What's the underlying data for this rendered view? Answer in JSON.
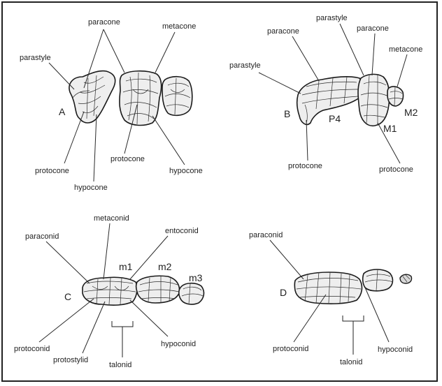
{
  "panels": [
    {
      "letter": "A",
      "labels": {
        "paracone": "paracone",
        "metacone": "metacone",
        "parastyle": "parastyle",
        "protocone_left": "protocone",
        "protocone_mid": "protocone",
        "hypocone_left": "hypocone",
        "hypocone_right": "hypocone"
      }
    },
    {
      "letter": "B",
      "labels": {
        "paracone_left": "paracone",
        "parastyle_top": "parastyle",
        "paracone_right": "paracone",
        "metacone": "metacone",
        "parastyle_left": "parastyle",
        "p4": "P4",
        "m2": "M2",
        "m1": "M1",
        "protocone_left": "protocone",
        "protocone_right": "protocone"
      }
    },
    {
      "letter": "C",
      "labels": {
        "metaconid": "metaconid",
        "paraconid": "paraconid",
        "entoconid": "entoconid",
        "m1": "m1",
        "m2": "m2",
        "m3": "m3",
        "protoconid": "protoconid",
        "protostylid": "protostylid",
        "talonid": "talonid",
        "hypoconid": "hypoconid"
      }
    },
    {
      "letter": "D",
      "labels": {
        "paraconid": "paraconid",
        "protoconid": "protoconid",
        "talonid": "talonid",
        "hypoconid": "hypoconid"
      }
    }
  ]
}
